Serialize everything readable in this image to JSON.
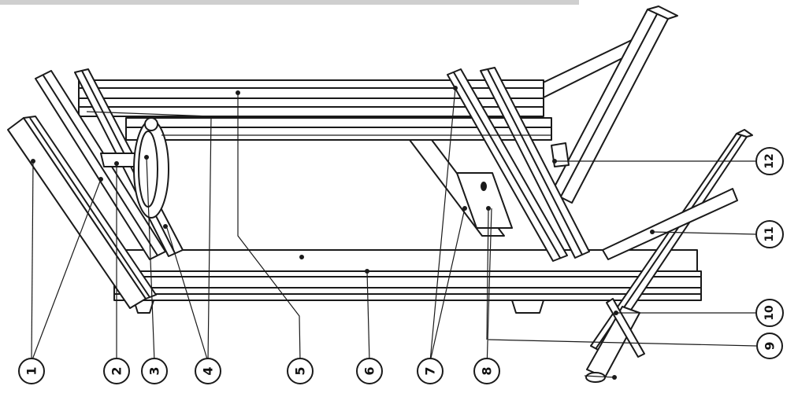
{
  "diagram": {
    "callouts": [
      "1",
      "2",
      "3",
      "4",
      "5",
      "6",
      "7",
      "8",
      "9",
      "10",
      "11",
      "12"
    ]
  },
  "colors": {
    "stroke": "#1a1a1a",
    "fill": "#ffffff",
    "shade": "#d8d8d8"
  }
}
